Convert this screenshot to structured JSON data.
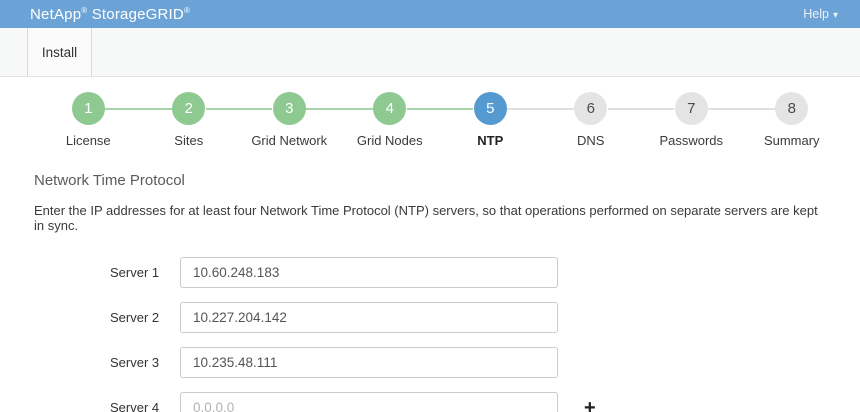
{
  "colors": {
    "header_bg": "#6ba3d6",
    "step_complete_green": "#8dc990",
    "step_active_blue": "#549ad0",
    "step_upcoming_gray": "#e4e4e4",
    "connector_green": "#a7d4a9",
    "connector_gray": "#e0e0e0"
  },
  "header": {
    "brand_part1": "NetApp",
    "brand_part2": "StorageGRID",
    "reg_mark": "®",
    "help_label": "Help",
    "caret_icon": "▾"
  },
  "navbar": {
    "install_tab": "Install"
  },
  "wizard": {
    "steps": [
      {
        "number": "1",
        "label": "License",
        "state": "complete"
      },
      {
        "number": "2",
        "label": "Sites",
        "state": "complete"
      },
      {
        "number": "3",
        "label": "Grid Network",
        "state": "complete"
      },
      {
        "number": "4",
        "label": "Grid Nodes",
        "state": "complete"
      },
      {
        "number": "5",
        "label": "NTP",
        "state": "active"
      },
      {
        "number": "6",
        "label": "DNS",
        "state": "upcoming"
      },
      {
        "number": "7",
        "label": "Passwords",
        "state": "upcoming"
      },
      {
        "number": "8",
        "label": "Summary",
        "state": "upcoming"
      }
    ]
  },
  "main": {
    "title": "Network Time Protocol",
    "description": "Enter the IP addresses for at least four Network Time Protocol (NTP) servers, so that operations performed on separate servers are kept in sync.",
    "form": {
      "rows": [
        {
          "label": "Server 1",
          "value": "10.60.248.183",
          "placeholder": ""
        },
        {
          "label": "Server 2",
          "value": "10.227.204.142",
          "placeholder": ""
        },
        {
          "label": "Server 3",
          "value": "10.235.48.111",
          "placeholder": ""
        },
        {
          "label": "Server 4",
          "value": "",
          "placeholder": "0.0.0.0"
        }
      ],
      "add_icon": "+"
    }
  }
}
